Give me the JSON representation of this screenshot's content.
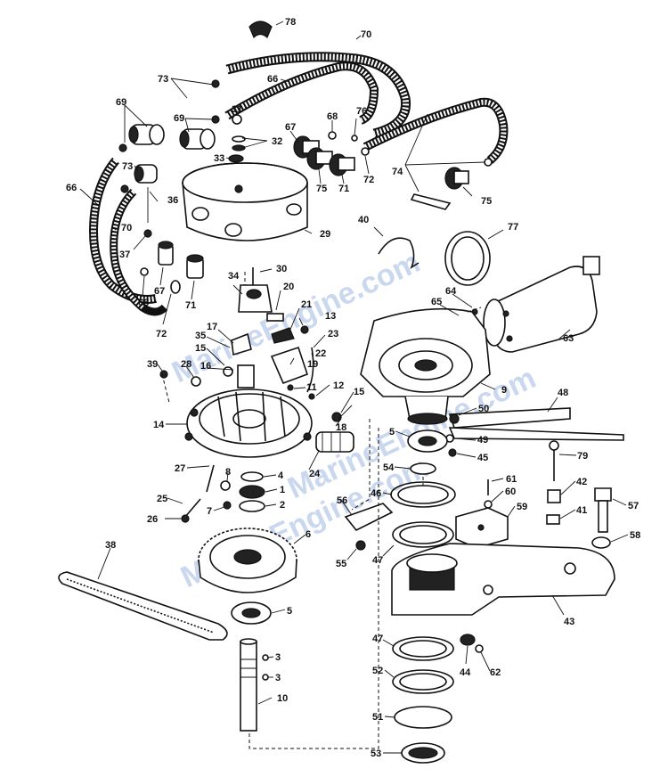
{
  "watermarks": [
    "MarineEngine.com",
    "MarineEngine.com",
    "MarineEngine.com"
  ],
  "callouts": [
    {
      "id": "c78",
      "text": "78"
    },
    {
      "id": "c70a",
      "text": "70"
    },
    {
      "id": "c73a",
      "text": "73"
    },
    {
      "id": "c66a",
      "text": "66"
    },
    {
      "id": "c69a",
      "text": "69"
    },
    {
      "id": "c69b",
      "text": "69"
    },
    {
      "id": "c31",
      "text": "31"
    },
    {
      "id": "c67a",
      "text": "67"
    },
    {
      "id": "c68a",
      "text": "68"
    },
    {
      "id": "c76",
      "text": "76"
    },
    {
      "id": "c32",
      "text": "32"
    },
    {
      "id": "c33",
      "text": "33"
    },
    {
      "id": "c73b",
      "text": "73"
    },
    {
      "id": "c74",
      "text": "74"
    },
    {
      "id": "c72a",
      "text": "72"
    },
    {
      "id": "c71a",
      "text": "71"
    },
    {
      "id": "c75a",
      "text": "75"
    },
    {
      "id": "c75b",
      "text": "75"
    },
    {
      "id": "c66b",
      "text": "66"
    },
    {
      "id": "c36",
      "text": "36"
    },
    {
      "id": "c70b",
      "text": "70"
    },
    {
      "id": "c37",
      "text": "37"
    },
    {
      "id": "c29",
      "text": "29"
    },
    {
      "id": "c40",
      "text": "40"
    },
    {
      "id": "c77",
      "text": "77"
    },
    {
      "id": "c30",
      "text": "30"
    },
    {
      "id": "c34",
      "text": "34"
    },
    {
      "id": "c67b",
      "text": "67"
    },
    {
      "id": "c71b",
      "text": "71"
    },
    {
      "id": "c68b",
      "text": "68"
    },
    {
      "id": "c72b",
      "text": "72"
    },
    {
      "id": "c64",
      "text": "64"
    },
    {
      "id": "c65",
      "text": "65"
    },
    {
      "id": "c20",
      "text": "20"
    },
    {
      "id": "c21",
      "text": "21"
    },
    {
      "id": "c63",
      "text": "63"
    },
    {
      "id": "c17",
      "text": "17"
    },
    {
      "id": "c35",
      "text": "35"
    },
    {
      "id": "c15a",
      "text": "15"
    },
    {
      "id": "c13",
      "text": "13"
    },
    {
      "id": "c23",
      "text": "23"
    },
    {
      "id": "c39",
      "text": "39"
    },
    {
      "id": "c28",
      "text": "28"
    },
    {
      "id": "c16",
      "text": "16"
    },
    {
      "id": "c19",
      "text": "19"
    },
    {
      "id": "c22",
      "text": "22"
    },
    {
      "id": "c9",
      "text": "9"
    },
    {
      "id": "c11",
      "text": "11"
    },
    {
      "id": "c12",
      "text": "12"
    },
    {
      "id": "c15b",
      "text": "15"
    },
    {
      "id": "c48",
      "text": "48"
    },
    {
      "id": "c50",
      "text": "50"
    },
    {
      "id": "c14",
      "text": "14"
    },
    {
      "id": "c5a",
      "text": "5"
    },
    {
      "id": "c49",
      "text": "49"
    },
    {
      "id": "c18",
      "text": "18"
    },
    {
      "id": "c45",
      "text": "45"
    },
    {
      "id": "c24",
      "text": "24"
    },
    {
      "id": "c79",
      "text": "79"
    },
    {
      "id": "c27",
      "text": "27"
    },
    {
      "id": "c54",
      "text": "54"
    },
    {
      "id": "c8",
      "text": "8"
    },
    {
      "id": "c4",
      "text": "4"
    },
    {
      "id": "c61",
      "text": "61"
    },
    {
      "id": "c42",
      "text": "42"
    },
    {
      "id": "c1",
      "text": "1"
    },
    {
      "id": "c46",
      "text": "46"
    },
    {
      "id": "c60",
      "text": "60"
    },
    {
      "id": "c25",
      "text": "25"
    },
    {
      "id": "c7",
      "text": "7"
    },
    {
      "id": "c2",
      "text": "2"
    },
    {
      "id": "c56",
      "text": "56"
    },
    {
      "id": "c59",
      "text": "59"
    },
    {
      "id": "c57",
      "text": "57"
    },
    {
      "id": "c41",
      "text": "41"
    },
    {
      "id": "c26",
      "text": "26"
    },
    {
      "id": "c6",
      "text": "6"
    },
    {
      "id": "c58",
      "text": "58"
    },
    {
      "id": "c38",
      "text": "38"
    },
    {
      "id": "c55",
      "text": "55"
    },
    {
      "id": "c47a",
      "text": "47"
    },
    {
      "id": "c43",
      "text": "43"
    },
    {
      "id": "c5b",
      "text": "5"
    },
    {
      "id": "c3a",
      "text": "3"
    },
    {
      "id": "c47b",
      "text": "47"
    },
    {
      "id": "c44",
      "text": "44"
    },
    {
      "id": "c62",
      "text": "62"
    },
    {
      "id": "c3b",
      "text": "3"
    },
    {
      "id": "c52",
      "text": "52"
    },
    {
      "id": "c10",
      "text": "10"
    },
    {
      "id": "c51",
      "text": "51"
    },
    {
      "id": "c53",
      "text": "53"
    }
  ]
}
